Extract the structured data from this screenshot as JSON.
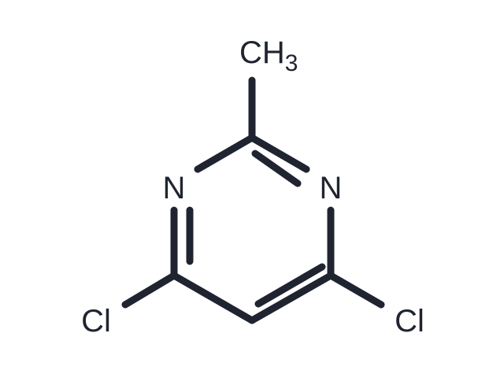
{
  "molecule": {
    "line_color": "#1f2430",
    "background": "#ffffff",
    "atoms": {
      "methyl_main": "CH",
      "methyl_sub": "3",
      "n_left": "N",
      "n_right": "N",
      "cl_left": "Cl",
      "cl_right": "Cl"
    }
  }
}
